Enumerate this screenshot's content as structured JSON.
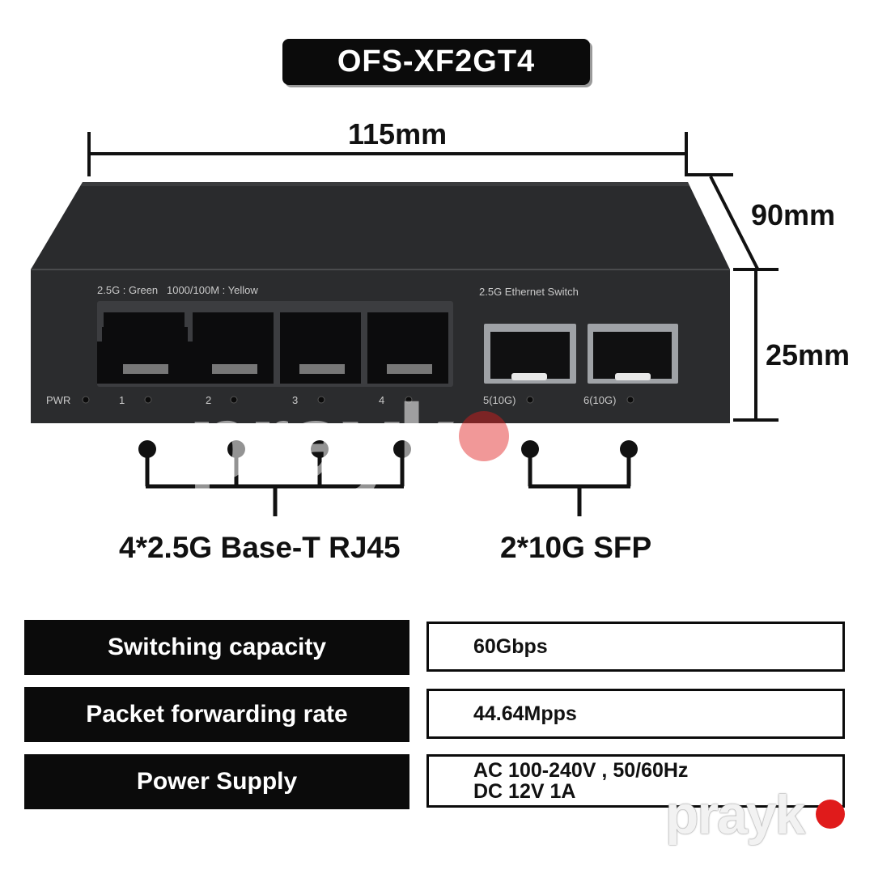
{
  "model": "OFS-XF2GT4",
  "dimensions": {
    "width": "115mm",
    "depth": "90mm",
    "height": "25mm"
  },
  "front_panel": {
    "led_legend": "2.5G : Green   1000/100M : Yellow",
    "device_name": "2.5G Ethernet Switch",
    "pwr_label": "PWR",
    "rj45_ports": [
      "1",
      "2",
      "3",
      "4"
    ],
    "sfp_ports": [
      "5(10G)",
      "6(10G)"
    ]
  },
  "port_groups": {
    "rj45": "4*2.5G Base-T RJ45",
    "sfp": "2*10G SFP"
  },
  "specs": [
    {
      "label": "Switching capacity",
      "values": [
        "60Gbps"
      ]
    },
    {
      "label": "Packet forwarding rate",
      "values": [
        "44.64Mpps"
      ]
    },
    {
      "label": "Power Supply",
      "values": [
        "AC 100-240V , 50/60Hz",
        "DC 12V 1A"
      ]
    }
  ],
  "watermark": "prayk",
  "colors": {
    "watermark_dot": "#e01b1b",
    "device_body": "#2a2b2d",
    "label_bg": "#0b0b0b"
  }
}
